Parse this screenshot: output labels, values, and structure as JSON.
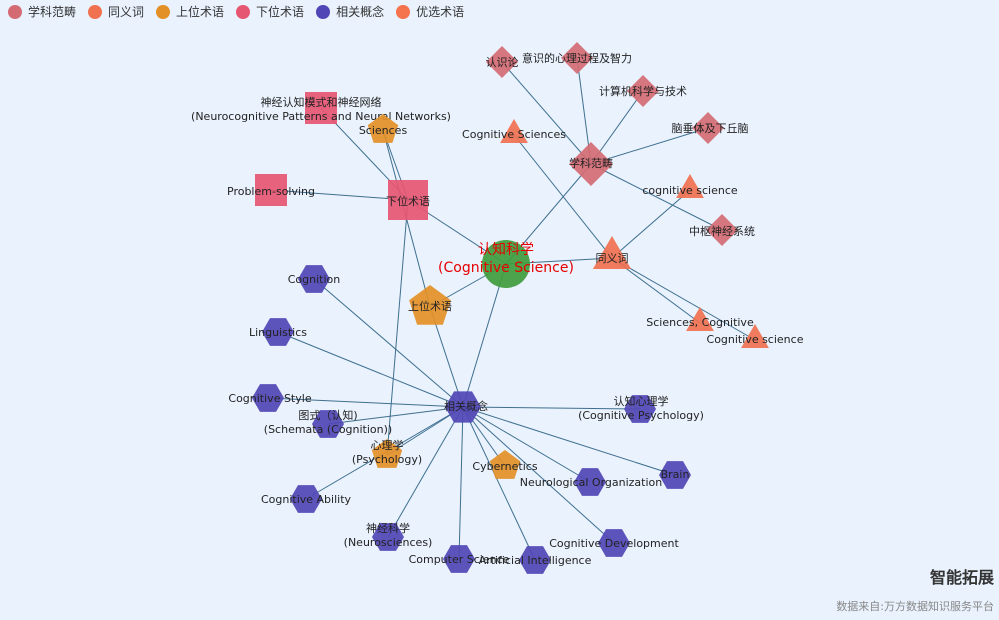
{
  "legend": [
    {
      "label": "学科范畴",
      "color": "#d46b73"
    },
    {
      "label": "同义词",
      "color": "#f07150"
    },
    {
      "label": "上位术语",
      "color": "#e39027"
    },
    {
      "label": "下位术语",
      "color": "#e65672"
    },
    {
      "label": "相关概念",
      "color": "#5046b5"
    },
    {
      "label": "优选术语",
      "color": "#f5734d"
    }
  ],
  "nodes": [
    {
      "id": "center",
      "label": [
        "认知科学",
        "(Cognitive Science)"
      ],
      "shape": "circle",
      "color": "#3f9c3c"
    },
    {
      "id": "xkfc",
      "label": [
        "学科范畴"
      ],
      "shape": "diamond",
      "color": "#d46b73"
    },
    {
      "id": "rsl",
      "label": [
        "认识论"
      ],
      "shape": "diamond",
      "color": "#d46b73"
    },
    {
      "id": "ysdx",
      "label": [
        "意识的心理过程及智力"
      ],
      "shape": "diamond",
      "color": "#d46b73"
    },
    {
      "id": "jsj",
      "label": [
        "计算机科学与技术"
      ],
      "shape": "diamond",
      "color": "#d46b73"
    },
    {
      "id": "ncq",
      "label": [
        "脑垂体及下丘脑"
      ],
      "shape": "diamond",
      "color": "#d46b73"
    },
    {
      "id": "zsj",
      "label": [
        "中枢神经系统"
      ],
      "shape": "diamond",
      "color": "#d46b73"
    },
    {
      "id": "tyc",
      "label": [
        "同义词"
      ],
      "shape": "triangle",
      "color": "#f07150"
    },
    {
      "id": "cs1",
      "label": [
        "Cognitive Sciences"
      ],
      "shape": "triangle",
      "color": "#f07150"
    },
    {
      "id": "cs2",
      "label": [
        "cognitive science"
      ],
      "shape": "triangle",
      "color": "#f07150"
    },
    {
      "id": "cs3",
      "label": [
        "Sciences, Cognitive"
      ],
      "shape": "triangle",
      "color": "#f07150"
    },
    {
      "id": "cs4",
      "label": [
        "Cognitive science"
      ],
      "shape": "triangle",
      "color": "#f07150"
    },
    {
      "id": "xwsy",
      "label": [
        "下位术语"
      ],
      "shape": "square",
      "color": "#e65672"
    },
    {
      "id": "sjrz",
      "label": [
        "神经认知模式和神经网络",
        "(Neurocognitive Patterns and Neural Networks)"
      ],
      "shape": "square",
      "color": "#e65672"
    },
    {
      "id": "ps",
      "label": [
        "Problem-solving"
      ],
      "shape": "square",
      "color": "#e65672"
    },
    {
      "id": "swsy",
      "label": [
        "上位术语"
      ],
      "shape": "pentagon",
      "color": "#e39027"
    },
    {
      "id": "sci",
      "label": [
        "Sciences"
      ],
      "shape": "pentagon",
      "color": "#e39027"
    },
    {
      "id": "xlx",
      "label": [
        "心理学",
        "(Psychology)"
      ],
      "shape": "pentagon",
      "color": "#e39027"
    },
    {
      "id": "cyb",
      "label": [
        "Cybernetics"
      ],
      "shape": "pentagon",
      "color": "#e39027"
    },
    {
      "id": "xggn",
      "label": [
        "相关概念"
      ],
      "shape": "hexagon",
      "color": "#5046b5"
    },
    {
      "id": "cog",
      "label": [
        "Cognition"
      ],
      "shape": "hexagon",
      "color": "#5046b5"
    },
    {
      "id": "ling",
      "label": [
        "Linguistics"
      ],
      "shape": "hexagon",
      "color": "#5046b5"
    },
    {
      "id": "cstyle",
      "label": [
        "Cognitive Style"
      ],
      "shape": "hexagon",
      "color": "#5046b5"
    },
    {
      "id": "schema",
      "label": [
        "图式（认知)",
        "(Schemata (Cognition))"
      ],
      "shape": "hexagon",
      "color": "#5046b5"
    },
    {
      "id": "cab",
      "label": [
        "Cognitive Ability"
      ],
      "shape": "hexagon",
      "color": "#5046b5"
    },
    {
      "id": "neuro",
      "label": [
        "神经科学",
        "(Neurosciences)"
      ],
      "shape": "hexagon",
      "color": "#5046b5"
    },
    {
      "id": "comp",
      "label": [
        "Computer Science"
      ],
      "shape": "hexagon",
      "color": "#5046b5"
    },
    {
      "id": "ai",
      "label": [
        "Artificial Intelligence"
      ],
      "shape": "hexagon",
      "color": "#5046b5"
    },
    {
      "id": "cdev",
      "label": [
        "Cognitive Development"
      ],
      "shape": "hexagon",
      "color": "#5046b5"
    },
    {
      "id": "norg",
      "label": [
        "Neurological Organization"
      ],
      "shape": "hexagon",
      "color": "#5046b5"
    },
    {
      "id": "brain",
      "label": [
        "Brain"
      ],
      "shape": "hexagon",
      "color": "#5046b5"
    },
    {
      "id": "rzxl",
      "label": [
        "认知心理学",
        "(Cognitive Psychology)"
      ],
      "shape": "hexagon",
      "color": "#5046b5"
    }
  ],
  "edges": [
    [
      "center",
      "xkfc"
    ],
    [
      "center",
      "tyc"
    ],
    [
      "center",
      "xwsy"
    ],
    [
      "center",
      "swsy"
    ],
    [
      "center",
      "xggn"
    ],
    [
      "xkfc",
      "rsl"
    ],
    [
      "xkfc",
      "ysdx"
    ],
    [
      "xkfc",
      "jsj"
    ],
    [
      "xkfc",
      "ncq"
    ],
    [
      "xkfc",
      "zsj"
    ],
    [
      "tyc",
      "cs1"
    ],
    [
      "tyc",
      "cs2"
    ],
    [
      "tyc",
      "cs3"
    ],
    [
      "tyc",
      "cs4"
    ],
    [
      "xwsy",
      "sjrz"
    ],
    [
      "xwsy",
      "ps"
    ],
    [
      "xwsy",
      "sci"
    ],
    [
      "xwsy",
      "xlx"
    ],
    [
      "swsy",
      "sci"
    ],
    [
      "swsy",
      "xggn"
    ],
    [
      "xggn",
      "cog"
    ],
    [
      "xggn",
      "ling"
    ],
    [
      "xggn",
      "cstyle"
    ],
    [
      "xggn",
      "schema"
    ],
    [
      "xggn",
      "xlx"
    ],
    [
      "xggn",
      "cab"
    ],
    [
      "xggn",
      "neuro"
    ],
    [
      "xggn",
      "comp"
    ],
    [
      "xggn",
      "ai"
    ],
    [
      "xggn",
      "cdev"
    ],
    [
      "xggn",
      "norg"
    ],
    [
      "xggn",
      "brain"
    ],
    [
      "xggn",
      "rzxl"
    ],
    [
      "xggn",
      "cyb"
    ]
  ],
  "footer": {
    "brand": "智能拓展",
    "source": "数据来自:万方数据知识服务平台"
  }
}
